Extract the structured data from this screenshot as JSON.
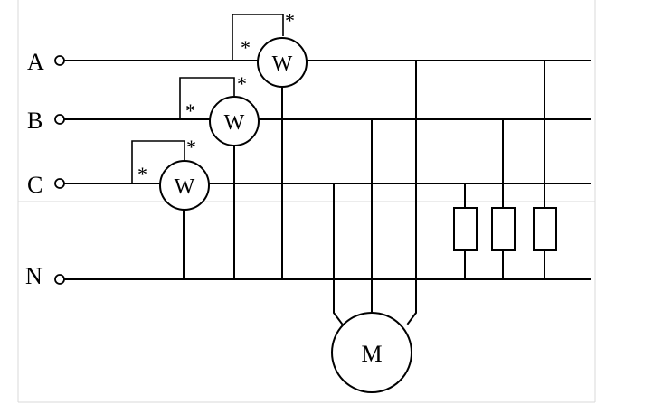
{
  "lines": {
    "a": "A",
    "b": "B",
    "c": "C",
    "n": "N"
  },
  "wattmeters": {
    "a": "W",
    "b": "W",
    "c": "W"
  },
  "polarity_mark": "*",
  "motor": "M"
}
